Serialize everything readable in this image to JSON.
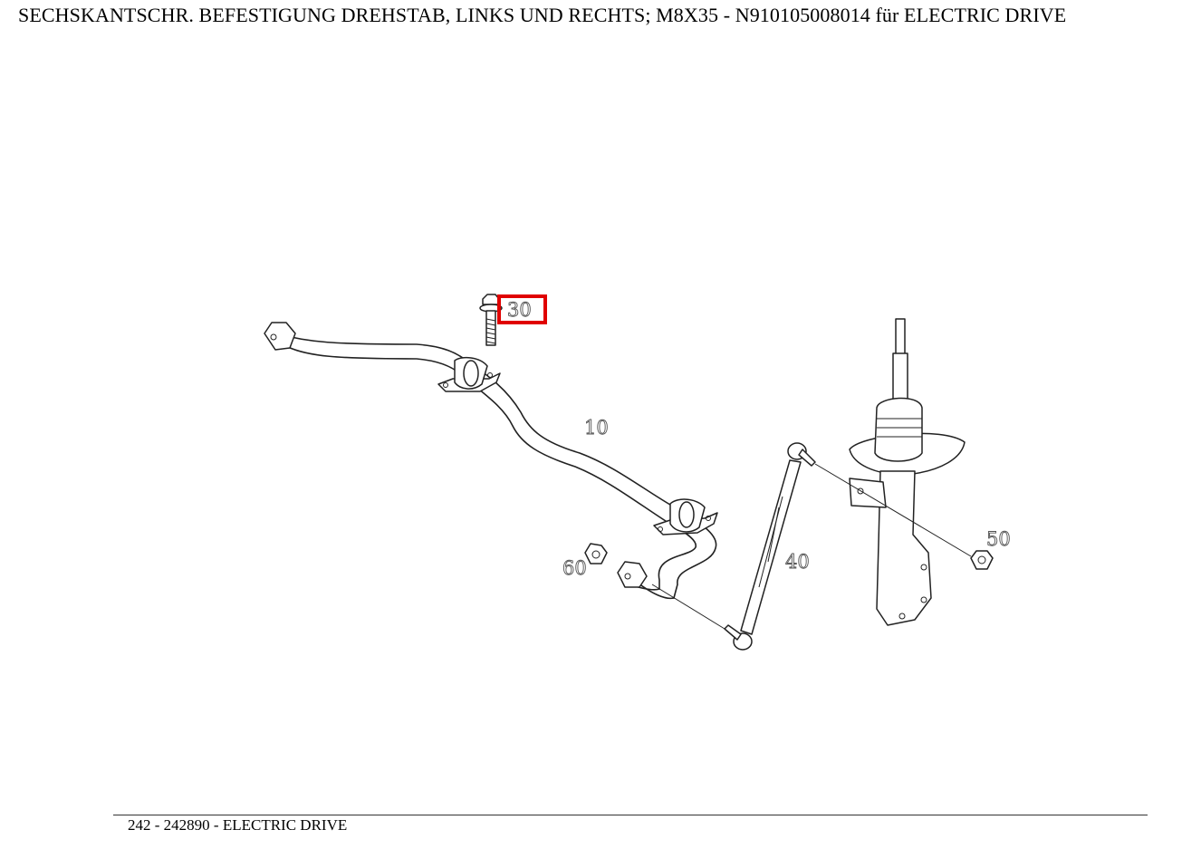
{
  "page": {
    "title": "SECHSKANTSCHR. BEFESTIGUNG DREHSTAB, LINKS UND RECHTS; M8X35 - N910105008014 für ELECTRIC DRIVE",
    "footer": "242 - 242890 - ELECTRIC DRIVE"
  },
  "diagram": {
    "callouts": [
      {
        "id": "10",
        "label": "10"
      },
      {
        "id": "30",
        "label": "30",
        "highlighted": true
      },
      {
        "id": "40",
        "label": "40"
      },
      {
        "id": "50",
        "label": "50"
      },
      {
        "id": "60",
        "label": "60"
      }
    ],
    "highlight_color": "#e00000"
  }
}
